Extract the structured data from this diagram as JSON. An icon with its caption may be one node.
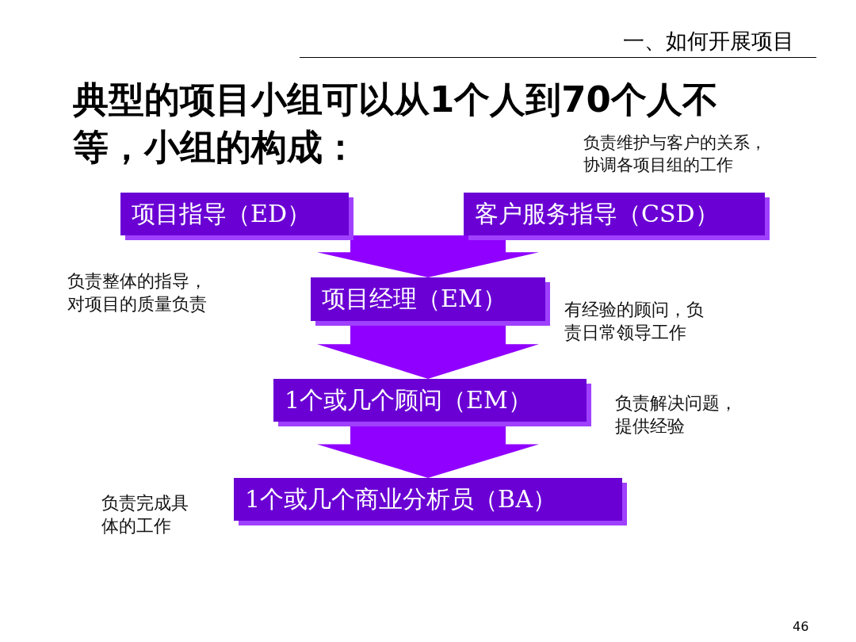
{
  "diagram": {
    "title": "典型的项目小组可以从1个人到70个人不等，小组的构成：",
    "nodes": [
      {
        "text": [
          "项目指导（ED）"
        ],
        "beside": [
          "负责整体的指导，对项目的质量负责"
        ]
      },
      {
        "text": [
          "客户服务指导（CSD）"
        ],
        "beside": [
          "负责维护与客户的关系，协调各项目组的工作"
        ]
      },
      {
        "text": [
          "项目经理（EM）"
        ],
        "beside": [
          "有经验的顾问，负责日常领导工作"
        ]
      },
      {
        "text": [
          "1个或几个顾问（EM）"
        ],
        "beside": [
          "负责解决问题，提供经验"
        ]
      },
      {
        "text": [
          "1个或几个商业分析员（BA）"
        ],
        "beside": [
          "负责完成具体的工作"
        ]
      }
    ],
    "edges": [
      {
        "from": 0,
        "to": 2,
        "arrow": "to"
      },
      {
        "from": 1,
        "to": 2,
        "arrow": "to"
      },
      {
        "from": 2,
        "to": 3,
        "arrow": "to"
      },
      {
        "from": 3,
        "to": 4,
        "arrow": "to"
      }
    ],
    "labels": [
      "一、如何开展项目",
      "46"
    ]
  }
}
